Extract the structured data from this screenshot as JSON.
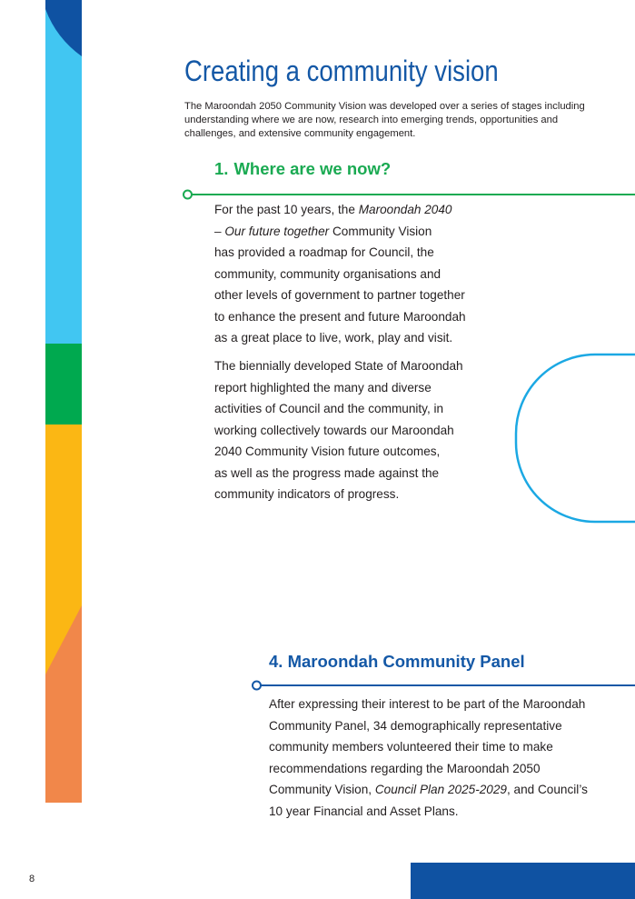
{
  "page": {
    "title": "Creating a community vision",
    "intro": "The Maroondah 2050 Community Vision was developed over a series of stages including understanding where we are now, research into emerging trends, opportunities and challenges, and extensive community engagement.",
    "page_number": "8"
  },
  "colors": {
    "title_blue": "#1458a6",
    "heading_green": "#1aaa52",
    "stripe_navy": "#0f52a2",
    "stripe_sky": "#41c6f2",
    "stripe_green": "#00a94f",
    "stripe_yellow": "#fbb714",
    "stripe_orange": "#f1874a"
  },
  "sections": {
    "where": {
      "number": "1.",
      "heading": "Where are we now?",
      "p1": {
        "l1a": "For the past 10 years, the ",
        "l1b": "Maroondah 2040",
        "l2a": "– Our future together",
        "l2b": " Community Vision",
        "l3": "has provided a roadmap for Council, the",
        "l4": "community, community organisations and",
        "l5": "other levels of government to partner together",
        "l6": "to enhance the present and future Maroondah",
        "l7": "as a great place to live, work, play and visit."
      },
      "p2": [
        "The biennially developed State of Maroondah",
        "report highlighted the many and diverse",
        "activities of Council and the community, in",
        "working collectively towards our Maroondah",
        "2040 Community Vision future outcomes,",
        "as well as the progress made against the",
        "community indicators of progress."
      ]
    },
    "panel": {
      "heading": "4. Maroondah Community Panel",
      "p": {
        "l1": "After expressing their interest to be part of the Maroondah",
        "l2": "Community Panel, 34 demographically representative",
        "l3": "community members volunteered their time to make",
        "l4": "recommendations regarding the Maroondah 2050",
        "l5a": "Community Vision, ",
        "l5b": "Council Plan 2025-2029",
        "l5c": ", and Council’s",
        "l6": "10 year Financial and Asset Plans."
      }
    }
  }
}
